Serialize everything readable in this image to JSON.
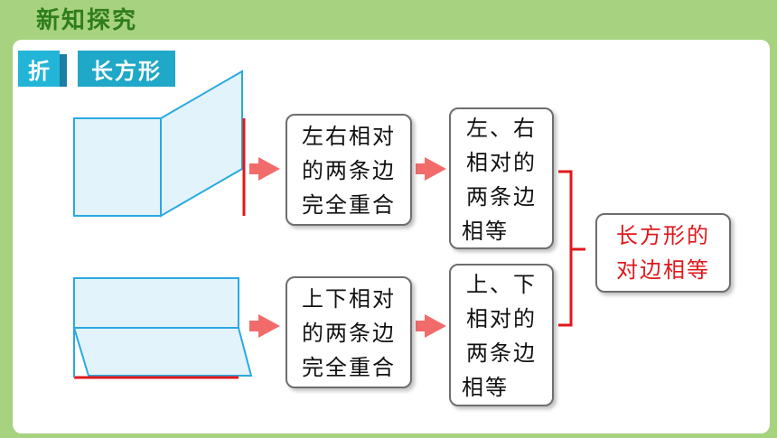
{
  "header": {
    "title": "新知探究"
  },
  "badges": {
    "fold": "折",
    "shape": "长方形"
  },
  "flow_top": {
    "step1": [
      "左右相对",
      "的两条边",
      "完全重合"
    ],
    "step2": [
      "左、右",
      "相对的",
      "两条边",
      "相等"
    ]
  },
  "flow_bottom": {
    "step1": [
      "上下相对",
      "的两条边",
      "完全重合"
    ],
    "step2": [
      "上、下",
      "相对的",
      "两条边",
      "相等"
    ]
  },
  "conclusion": [
    "长方形的",
    "对边相等"
  ],
  "colors": {
    "accent": "#e0181c",
    "fill": "#e3f3fb",
    "stroke": "#29a9e1",
    "arrow": "#f26b6b"
  }
}
